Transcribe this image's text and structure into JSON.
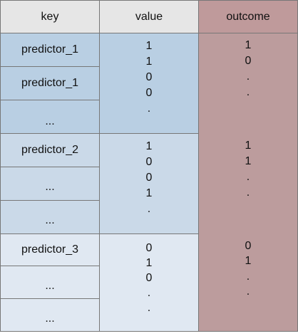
{
  "colors": {
    "header_bg": "#e6e6e6",
    "outcome_header_bg": "#bf9a9b",
    "outcome_col_bg": "#bc9c9d",
    "group1_bg": "#b9cfe3",
    "group2_bg": "#cad9e8",
    "group3_bg": "#e0e8f2",
    "border": "#777777"
  },
  "header": {
    "key": "key",
    "value": "value",
    "outcome": "outcome"
  },
  "groups": [
    {
      "keys": [
        "predictor_1",
        "predictor_1",
        "..."
      ],
      "values": [
        "1",
        "1",
        "0",
        "0",
        "."
      ],
      "outcomes": [
        "1",
        "0",
        ".",
        "."
      ]
    },
    {
      "keys": [
        "predictor_2",
        "...",
        "..."
      ],
      "values": [
        "1",
        "0",
        "0",
        "1",
        "."
      ],
      "outcomes": [
        "1",
        "1",
        ".",
        "."
      ]
    },
    {
      "keys": [
        "predictor_3",
        "...",
        "..."
      ],
      "values": [
        "0",
        "1",
        "0",
        ".",
        "."
      ],
      "outcomes": [
        "0",
        "1",
        ".",
        "."
      ]
    }
  ]
}
